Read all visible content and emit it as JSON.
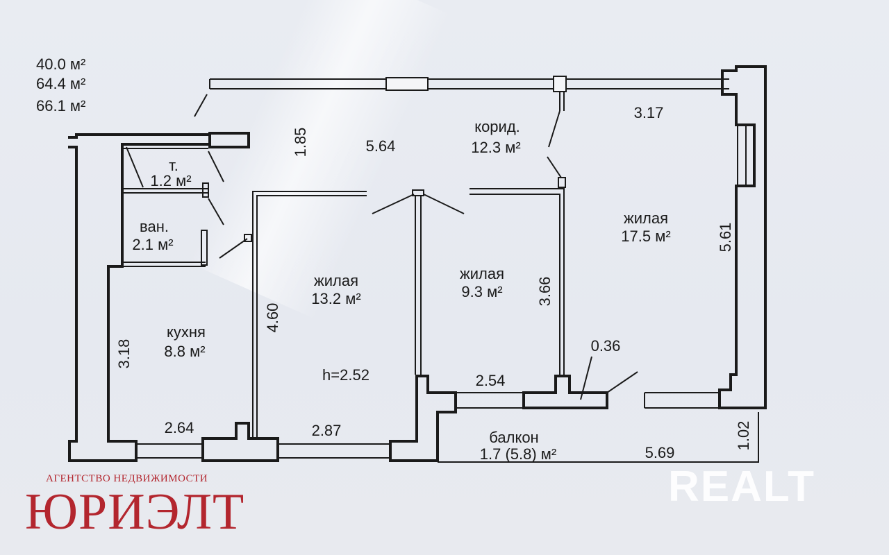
{
  "areas": [
    "40.0 м²",
    "64.4 м²",
    "66.1 м²"
  ],
  "rooms": {
    "corridor": {
      "name": "корид.",
      "area": "12.3 м²"
    },
    "toilet": {
      "name": "т.",
      "area": "1.2 м²"
    },
    "bath": {
      "name": "ван.",
      "area": "2.1 м²"
    },
    "kitchen": {
      "name": "кухня",
      "area": "8.8 м²"
    },
    "living1": {
      "name": "жилая",
      "area": "13.2 м²"
    },
    "living2": {
      "name": "жилая",
      "area": "9.3 м²"
    },
    "living3": {
      "name": "жилая",
      "area": "17.5 м²"
    },
    "balcony": {
      "name": "балкон",
      "area": "1.7 (5.8) м²"
    }
  },
  "dimensions": {
    "d185": "1.85",
    "d564": "5.64",
    "d317": "3.17",
    "d561": "5.61",
    "d460": "4.60",
    "d318": "3.18",
    "d366": "3.66",
    "d036": "0.36",
    "d254": "2.54",
    "d264": "2.64",
    "d287": "2.87",
    "d569": "5.69",
    "d102": "1.02"
  },
  "ceiling": "h=2.52",
  "agency": {
    "subtitle": "АГЕНТСТВО НЕДВИЖИМОСТИ",
    "name": "ЮРИЭЛТ"
  },
  "watermark": "REALT",
  "colors": {
    "brand": "#b3262e",
    "line": "#1a1a1a",
    "paper": "#e8ebf1"
  }
}
